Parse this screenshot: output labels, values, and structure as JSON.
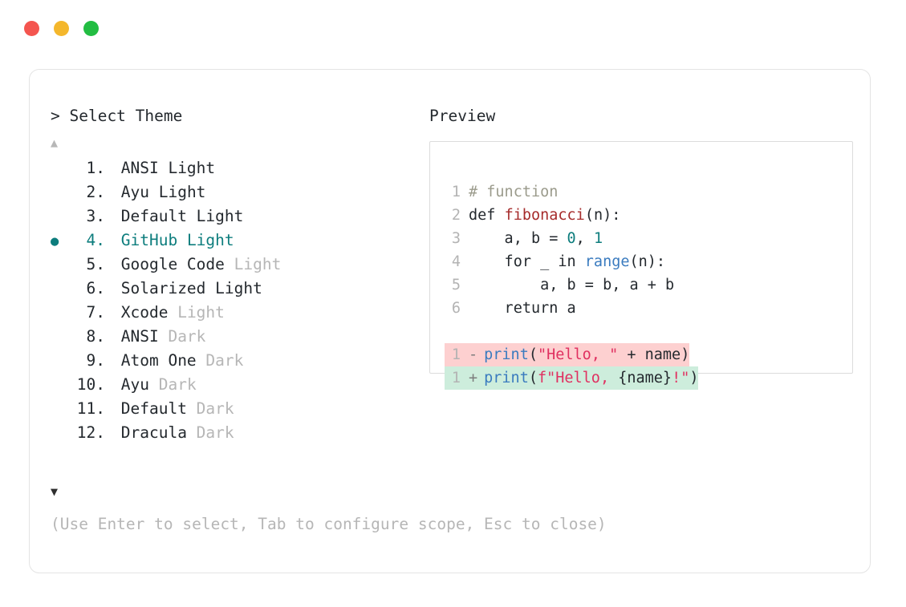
{
  "window": {
    "buttons": [
      {
        "name": "close",
        "color": "#f4554f"
      },
      {
        "name": "minimize",
        "color": "#f4b72c"
      },
      {
        "name": "maximize",
        "color": "#22bd42"
      }
    ]
  },
  "prompt": {
    "title": "> Select Theme",
    "scroll_up_icon": "▲",
    "scroll_down_icon": "▼",
    "selected_index": 4,
    "selection_bullet": "●",
    "accent_color": "#0d7d7d",
    "muted_color": "#b6b6b6",
    "items": [
      {
        "index": "1.",
        "name": "ANSI",
        "variant": "Light",
        "variant_muted": false,
        "selected": false
      },
      {
        "index": "2.",
        "name": "Ayu",
        "variant": "Light",
        "variant_muted": false,
        "selected": false
      },
      {
        "index": "3.",
        "name": "Default",
        "variant": "Light",
        "variant_muted": false,
        "selected": false
      },
      {
        "index": "4.",
        "name": "GitHub",
        "variant": "Light",
        "variant_muted": false,
        "selected": true
      },
      {
        "index": "5.",
        "name": "Google Code",
        "variant": "Light",
        "variant_muted": true,
        "selected": false
      },
      {
        "index": "6.",
        "name": "Solarized",
        "variant": "Light",
        "variant_muted": false,
        "selected": false
      },
      {
        "index": "7.",
        "name": "Xcode",
        "variant": "Light",
        "variant_muted": true,
        "selected": false
      },
      {
        "index": "8.",
        "name": "ANSI",
        "variant": "Dark",
        "variant_muted": true,
        "selected": false
      },
      {
        "index": "9.",
        "name": "Atom One",
        "variant": "Dark",
        "variant_muted": true,
        "selected": false
      },
      {
        "index": "10.",
        "name": "Ayu",
        "variant": "Dark",
        "variant_muted": true,
        "selected": false
      },
      {
        "index": "11.",
        "name": "Default",
        "variant": "Dark",
        "variant_muted": true,
        "selected": false
      },
      {
        "index": "12.",
        "name": "Dracula",
        "variant": "Dark",
        "variant_muted": true,
        "selected": false
      }
    ],
    "hint": "(Use Enter to select, Tab to configure scope, Esc to close)"
  },
  "preview": {
    "title": "Preview",
    "code_lines": [
      {
        "no": "1",
        "tokens": [
          {
            "t": "# function",
            "c": "tok-comment"
          }
        ]
      },
      {
        "no": "2",
        "tokens": [
          {
            "t": "def ",
            "c": "tok-kw"
          },
          {
            "t": "fibonacci",
            "c": "tok-fn"
          },
          {
            "t": "(n):",
            "c": "tok-punc"
          }
        ]
      },
      {
        "no": "3",
        "tokens": [
          {
            "t": "    a, b = ",
            "c": "tok-punc"
          },
          {
            "t": "0",
            "c": "tok-num"
          },
          {
            "t": ", ",
            "c": "tok-punc"
          },
          {
            "t": "1",
            "c": "tok-num"
          }
        ]
      },
      {
        "no": "4",
        "tokens": [
          {
            "t": "    for _ in ",
            "c": "tok-kw"
          },
          {
            "t": "range",
            "c": "tok-builtin"
          },
          {
            "t": "(n):",
            "c": "tok-punc"
          }
        ]
      },
      {
        "no": "5",
        "tokens": [
          {
            "t": "        a, b = b, a + b",
            "c": "tok-punc"
          }
        ]
      },
      {
        "no": "6",
        "tokens": [
          {
            "t": "    return a",
            "c": "tok-kw"
          }
        ]
      }
    ],
    "diff_lines": [
      {
        "no": "1",
        "sign": "-",
        "kind": "del",
        "bg": "#fdd0d0",
        "tokens": [
          {
            "t": "print",
            "c": "tok-builtin"
          },
          {
            "t": "(",
            "c": "tok-punc"
          },
          {
            "t": "\"Hello, \"",
            "c": "tok-str"
          },
          {
            "t": " + name)",
            "c": "tok-punc"
          }
        ]
      },
      {
        "no": "1",
        "sign": "+",
        "kind": "add",
        "bg": "#cdeddc",
        "tokens": [
          {
            "t": "print",
            "c": "tok-builtin"
          },
          {
            "t": "(",
            "c": "tok-punc"
          },
          {
            "t": "f\"Hello, ",
            "c": "tok-str"
          },
          {
            "t": "{name}",
            "c": "tok-punc"
          },
          {
            "t": "!\"",
            "c": "tok-str"
          },
          {
            "t": ")",
            "c": "tok-punc"
          }
        ]
      }
    ]
  }
}
